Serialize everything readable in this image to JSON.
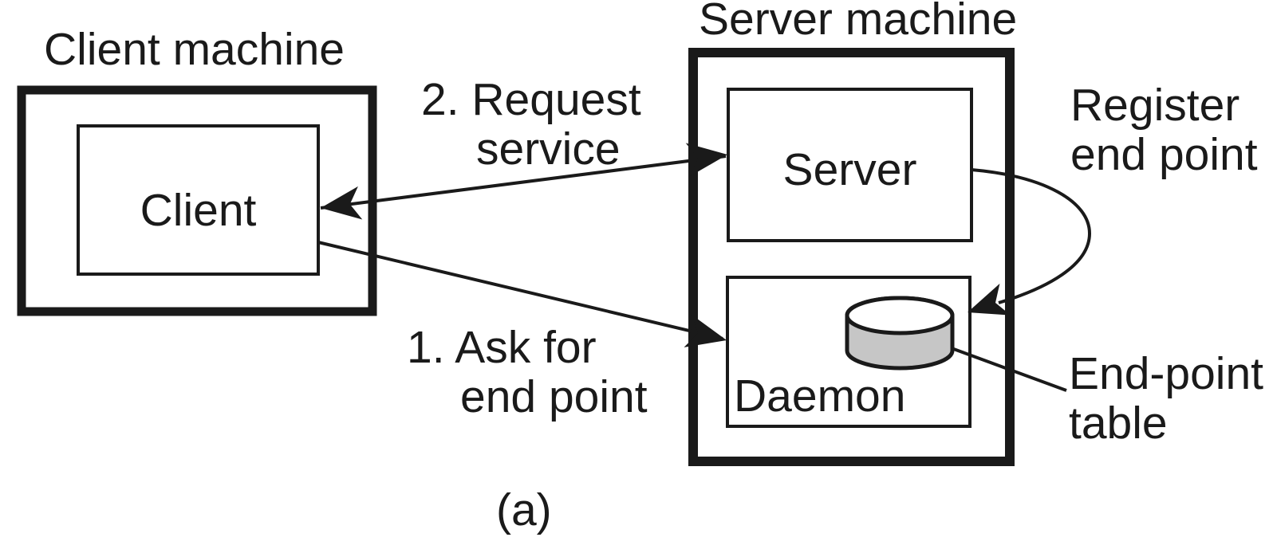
{
  "diagram": {
    "caption": "(a)",
    "client_machine": {
      "label": "Client machine",
      "client_box_label": "Client"
    },
    "server_machine": {
      "label": "Server machine",
      "server_box_label": "Server",
      "daemon_box_label": "Daemon"
    },
    "annotations": {
      "request_service": {
        "line1": "2. Request",
        "line2": "service"
      },
      "ask_endpoint": {
        "line1": "1. Ask for",
        "line2": "end point"
      },
      "register_endpoint": {
        "line1": "Register",
        "line2": "end point"
      },
      "endpoint_table": {
        "line1": "End-point",
        "line2": "table"
      }
    },
    "colors": {
      "ink": "#1a1a1a",
      "cylinder_fill": "#c6c6c6",
      "background": "#ffffff"
    }
  }
}
